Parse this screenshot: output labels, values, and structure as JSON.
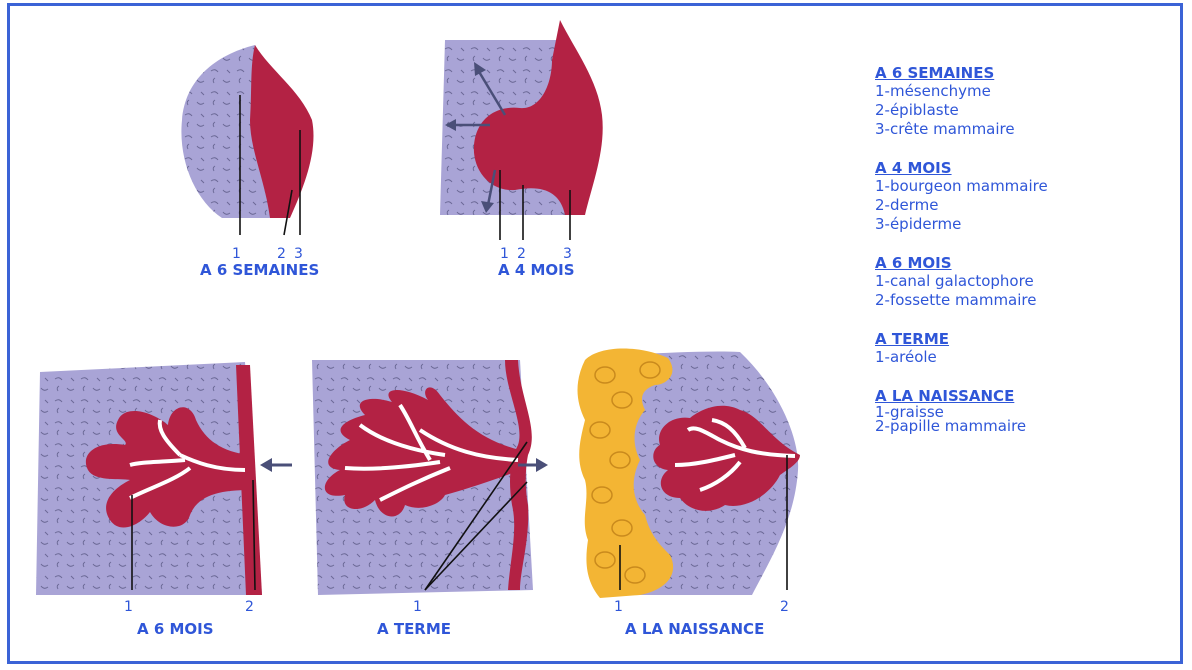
{
  "colors": {
    "frame": "#3b63d6",
    "text": "#2f56d8",
    "mesenchyme": "#a9a4d6",
    "epithelium": "#b32244",
    "fat": "#f3b534",
    "lumen": "#ffffff",
    "pointer": "#111111",
    "arrow": "#4a4f78"
  },
  "panels": {
    "p1": {
      "caption": "A 6 SEMAINES",
      "numbers": [
        "1",
        "2",
        "3"
      ]
    },
    "p2": {
      "caption": "A  4 MOIS",
      "numbers": [
        "1",
        "2",
        "3"
      ]
    },
    "p3": {
      "caption": "A 6 MOIS",
      "numbers": [
        "1",
        "2"
      ]
    },
    "p4": {
      "caption": "A TERME",
      "numbers": [
        "1"
      ]
    },
    "p5": {
      "caption": "A LA NAISSANCE",
      "numbers": [
        "1",
        "2"
      ]
    }
  },
  "legend": [
    {
      "title": "A 6 SEMAINES",
      "items": [
        "1-mésenchyme",
        "2-épiblaste",
        "3-crête mammaire"
      ]
    },
    {
      "title": "A 4 MOIS",
      "items": [
        "1-bourgeon mammaire",
        "2-derme",
        "3-épiderme"
      ]
    },
    {
      "title": "A 6 MOIS",
      "items": [
        "1-canal galactophore",
        "2-fossette mammaire"
      ]
    },
    {
      "title": "A TERME",
      "items": [
        "1-aréole"
      ]
    },
    {
      "title": "A LA NAISSANCE",
      "items": [
        "1-graisse",
        "2-papille mammaire"
      ]
    }
  ]
}
